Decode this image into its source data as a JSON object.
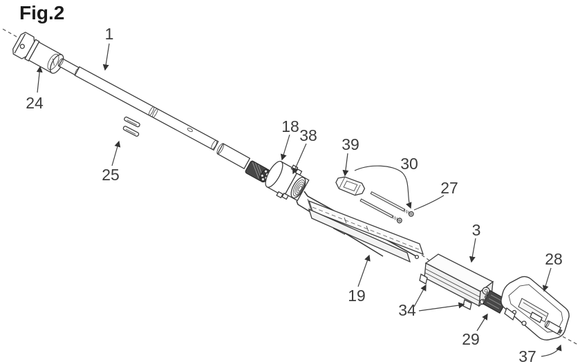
{
  "figure": {
    "title": "Fig.2"
  },
  "labels": {
    "n1": "1",
    "n3": "3",
    "n18": "18",
    "n19": "19",
    "n24": "24",
    "n25": "25",
    "n27": "27",
    "n28": "28",
    "n29": "29",
    "n30": "30",
    "n34": "34",
    "n37": "37",
    "n38": "38",
    "n39": "39"
  },
  "colors": {
    "background": "#ffffff",
    "line": "#3a3a3a",
    "label_text": "#3c3c3c",
    "dark_part": "#474747"
  }
}
